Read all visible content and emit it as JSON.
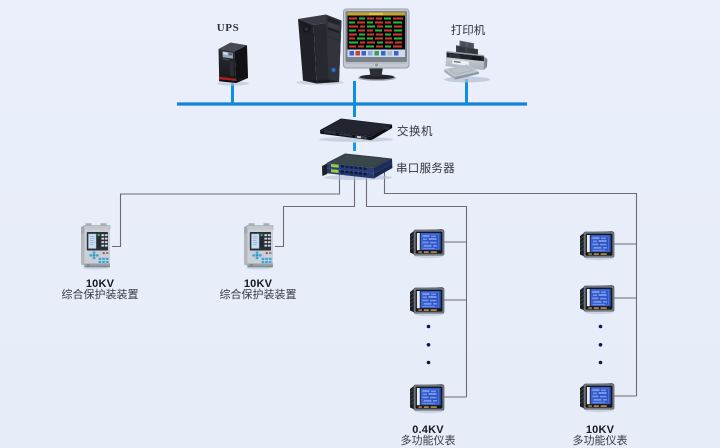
{
  "diagram": {
    "background_color": "#e8eefa",
    "line_colors": {
      "ethernet_bus": "#1283d6",
      "serial_line": "#707070"
    },
    "nodes": {
      "ups": {
        "label": "UPS"
      },
      "workstation": {
        "label": ""
      },
      "printer": {
        "label": "打印机"
      },
      "switch": {
        "label": "交换机"
      },
      "serial_server": {
        "label": "串口服务器"
      },
      "protection_device_1": {
        "voltage": "10KV",
        "label": "综合保护装装置"
      },
      "protection_device_2": {
        "voltage": "10KV",
        "label": "综合保护装装置"
      },
      "meter_column_04kv": {
        "voltage": "0.4KV",
        "label": "多功能仪表"
      },
      "meter_column_10kv": {
        "voltage": "10KV",
        "label": "多功能仪表"
      }
    }
  }
}
